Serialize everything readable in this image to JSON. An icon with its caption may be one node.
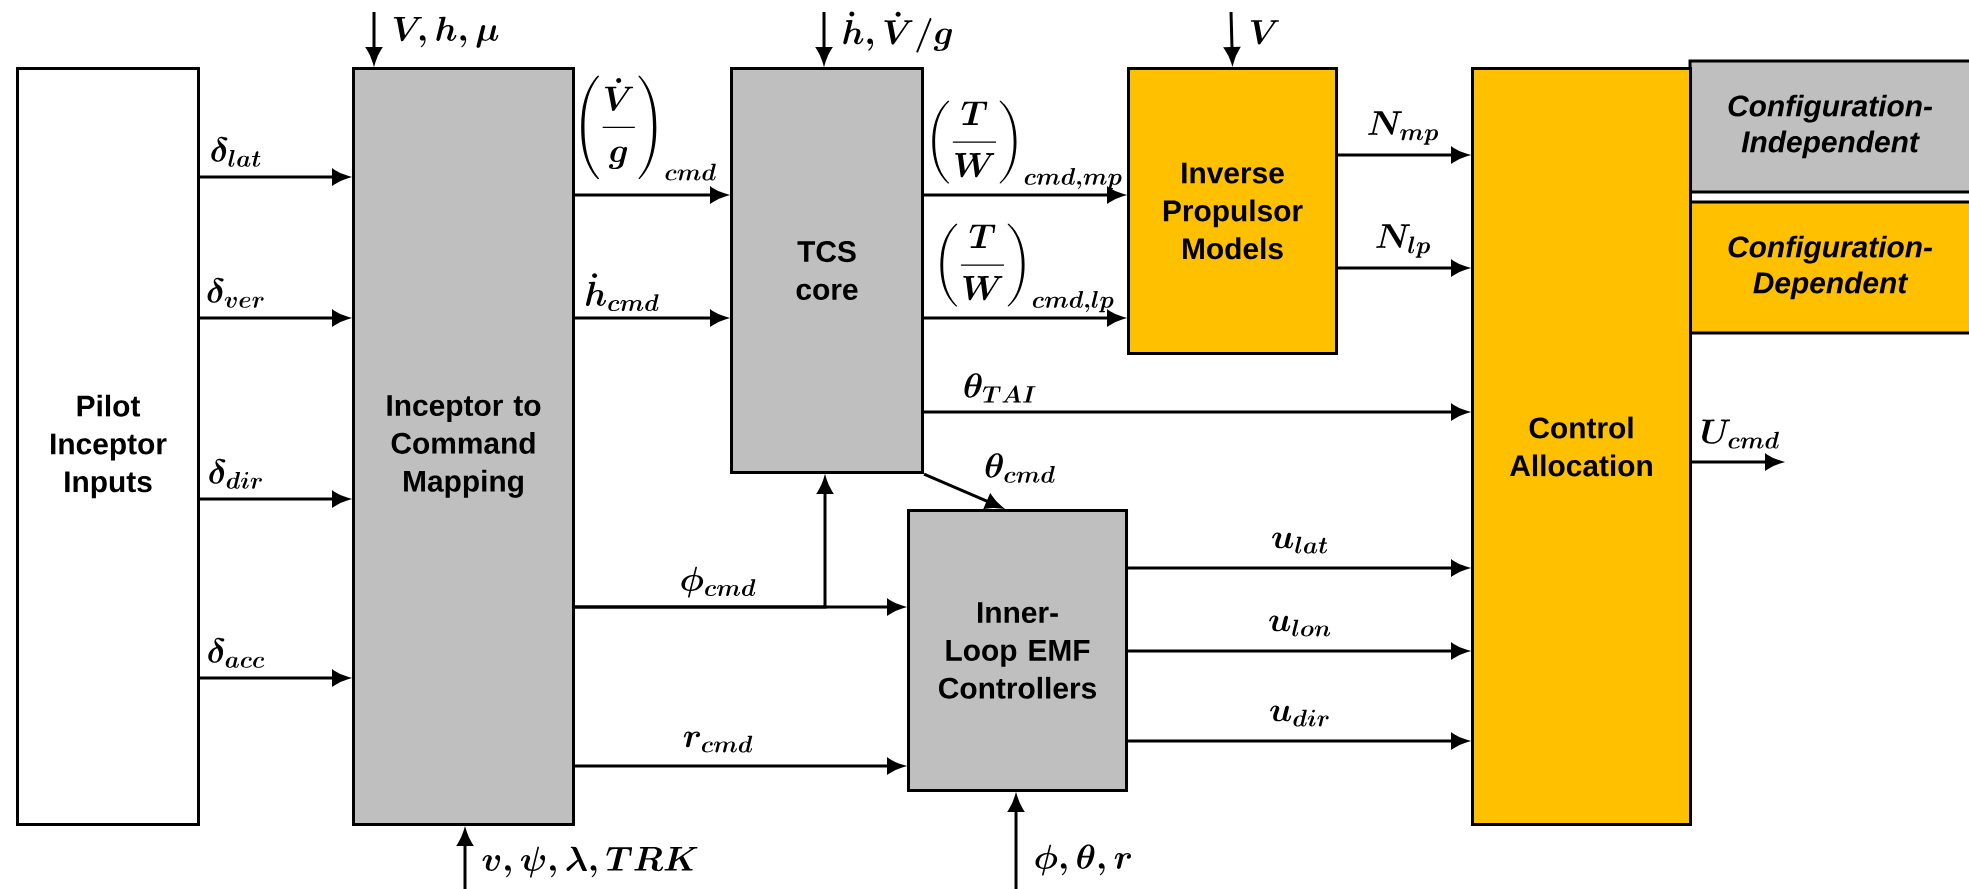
{
  "diagram": {
    "nodes": [
      {
        "text": [
          "Pilot Inceptor Inputs"
        ]
      },
      {
        "text": [
          "Inceptor to Command Mapping"
        ]
      },
      {
        "text": [
          "TCS core"
        ]
      },
      {
        "text": [
          "Inverse Propulsor Models"
        ]
      },
      {
        "text": [
          "Control Allocation"
        ]
      },
      {
        "text": [
          "Inner-Loop EMF Controllers"
        ]
      }
    ],
    "edges": [
      {
        "from": 0,
        "to": 1,
        "arrow": "to",
        "label": "\\delta_{lat}"
      },
      {
        "from": 0,
        "to": 1,
        "arrow": "to",
        "label": "\\delta_{ver}"
      },
      {
        "from": 0,
        "to": 1,
        "arrow": "to",
        "label": "\\delta_{dir}"
      },
      {
        "from": 0,
        "to": 1,
        "arrow": "to",
        "label": "\\delta_{acc}"
      },
      {
        "from": 1,
        "to": 2,
        "arrow": "to",
        "label": "\\left(\\frac{\\dot{V}}{g}\\right)_{cmd}"
      },
      {
        "from": 1,
        "to": 2,
        "arrow": "to",
        "label": "\\dot{h}_{cmd}"
      },
      {
        "from": 1,
        "to": 5,
        "arrow": "to",
        "label": "\\phi_{cmd}"
      },
      {
        "from": 1,
        "to": 2,
        "arrow": "to"
      },
      {
        "from": 1,
        "to": 5,
        "arrow": "to",
        "label": "r_{cmd}"
      },
      {
        "from": 2,
        "to": 3,
        "arrow": "to",
        "label": "\\left(\\frac{T}{W}\\right)_{cmd,mp}"
      },
      {
        "from": 2,
        "to": 3,
        "arrow": "to",
        "label": "\\left(\\frac{T}{W}\\right)_{cmd,lp}"
      },
      {
        "from": 2,
        "to": 4,
        "arrow": "to",
        "label": "\\theta_{TAI}"
      },
      {
        "from": 2,
        "to": 5,
        "arrow": "to",
        "label": "\\theta_{cmd}"
      },
      {
        "from": 3,
        "to": 4,
        "arrow": "to",
        "label": "N_{mp}"
      },
      {
        "from": 3,
        "to": 4,
        "arrow": "to",
        "label": "N_{lp}"
      },
      {
        "from": 5,
        "to": 4,
        "arrow": "to",
        "label": "u_{lat}"
      },
      {
        "from": 5,
        "to": 4,
        "arrow": "to",
        "label": "u_{lon}"
      },
      {
        "from": 5,
        "to": 4,
        "arrow": "to",
        "label": "u_{dir}"
      },
      {
        "from": 4,
        "to": null,
        "arrow": "to",
        "label": "U_{cmd}"
      },
      {
        "from": null,
        "to": 1,
        "arrow": "to",
        "label": "V, h, \\mu"
      },
      {
        "from": null,
        "to": 1,
        "arrow": "to",
        "label": "v, \\psi, \\lambda, TRK"
      },
      {
        "from": null,
        "to": 2,
        "arrow": "to",
        "label": "\\dot{h}, \\dot{V}/g"
      },
      {
        "from": null,
        "to": 3,
        "arrow": "to",
        "label": "V"
      },
      {
        "from": null,
        "to": 5,
        "arrow": "to",
        "label": "\\phi, \\theta, r"
      }
    ],
    "legend": [
      {
        "text": "Configuration- Independent",
        "color": "#bfbfbf"
      },
      {
        "text": "Configuration- Dependent",
        "color": "#ffc000"
      }
    ]
  }
}
